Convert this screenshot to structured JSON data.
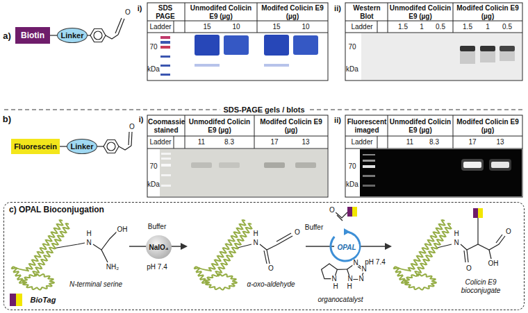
{
  "diagram": {
    "nodes": [
      {
        "text": [
          "Biotin"
        ]
      },
      {
        "text": [
          "Linker"
        ]
      },
      {
        "text": [
          "Fluorescein"
        ]
      },
      {
        "text": [
          "Linker"
        ]
      },
      {
        "text": [
          "c) OPAL Bioconjugation"
        ]
      },
      {
        "text": [
          "NaIO₄"
        ],
        "in": 4
      },
      {
        "text": [
          "OPAL"
        ],
        "in": 4
      }
    ],
    "edges": [
      {
        "from": 0,
        "to": 1,
        "arrow": "none"
      },
      {
        "from": 2,
        "to": 3,
        "arrow": "none"
      }
    ],
    "labels": [
      "a)",
      "O",
      "i)",
      "SDS PAGE",
      "Unmodifed Colicin E9 (µg)",
      "Modifed Colicin E9 (µg)",
      "Ladder",
      "15",
      "10",
      "15",
      "10",
      "70",
      "kDa",
      "ii)",
      "Western Blot",
      "Unmodifed Colicin E9 (µg)",
      "Modifed Colicin E9 (µg)",
      "Ladder",
      "1.5",
      "1",
      "0.5",
      "1.5",
      "1",
      "0.5",
      "70",
      "kDa",
      "SDS-PAGE gels / blots",
      "b)",
      "O",
      "i)",
      "Coomassie stained",
      "Unmodifed Colicin E9 (µg)",
      "Modifed Colicin E9 (µg)",
      "Ladder",
      "11",
      "8.3",
      "17",
      "13",
      "70",
      "kDa",
      "ii)",
      "Fluorescent imaged",
      "Unmodifed Colicin E9 (µg)",
      "Modifed Colicin E9 (µg)",
      "Ladder",
      "11",
      "8.3",
      "17",
      "13",
      "70",
      "kDa",
      "H",
      "N",
      "OH",
      "NH₂",
      "N-terminal serine",
      "Buffer",
      "pH 7.4",
      "H",
      "N",
      "O",
      "O",
      "α-oxo-aldehyde",
      "Buffer",
      "O",
      "pH 7.4",
      "N",
      "H",
      "N",
      "N",
      "N",
      "N",
      "H",
      "organocatalyst",
      "H",
      "N",
      "O",
      "OH",
      "O",
      "Colicin E9 bioconjugate",
      "BioTag"
    ]
  }
}
